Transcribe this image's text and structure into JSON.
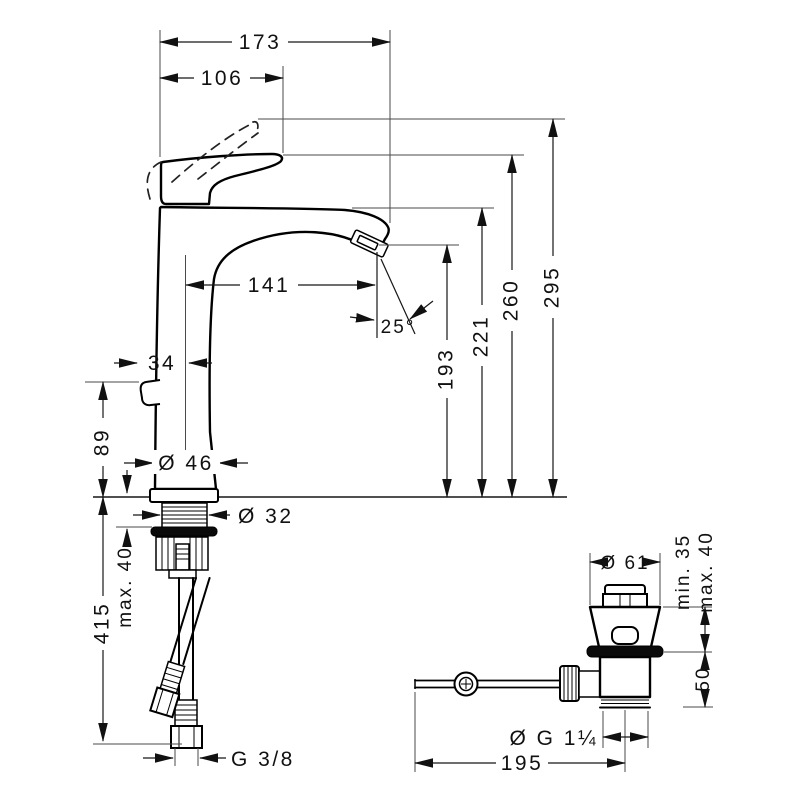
{
  "drawing": {
    "faucet": {
      "overall_projection": "173",
      "handle_projection": "106",
      "spout_reach": "141",
      "aerator_angle": "25°",
      "height_aerator": "193",
      "height_spout": "221",
      "height_lever": "260",
      "height_max": "295",
      "stop_offset": "34",
      "stop_height": "89",
      "base_diameter": "Ø 46",
      "shank_diameter": "Ø 32",
      "deck_thickness_max": "max. 40",
      "hose_length": "415",
      "hose_thread": "G 3/8"
    },
    "waste": {
      "flange_diameter": "Ø 61",
      "deck_min": "min. 35",
      "deck_max": "max. 40",
      "body_depth": "50",
      "waste_thread": "Ø G 1¼",
      "rod_length": "195"
    }
  }
}
